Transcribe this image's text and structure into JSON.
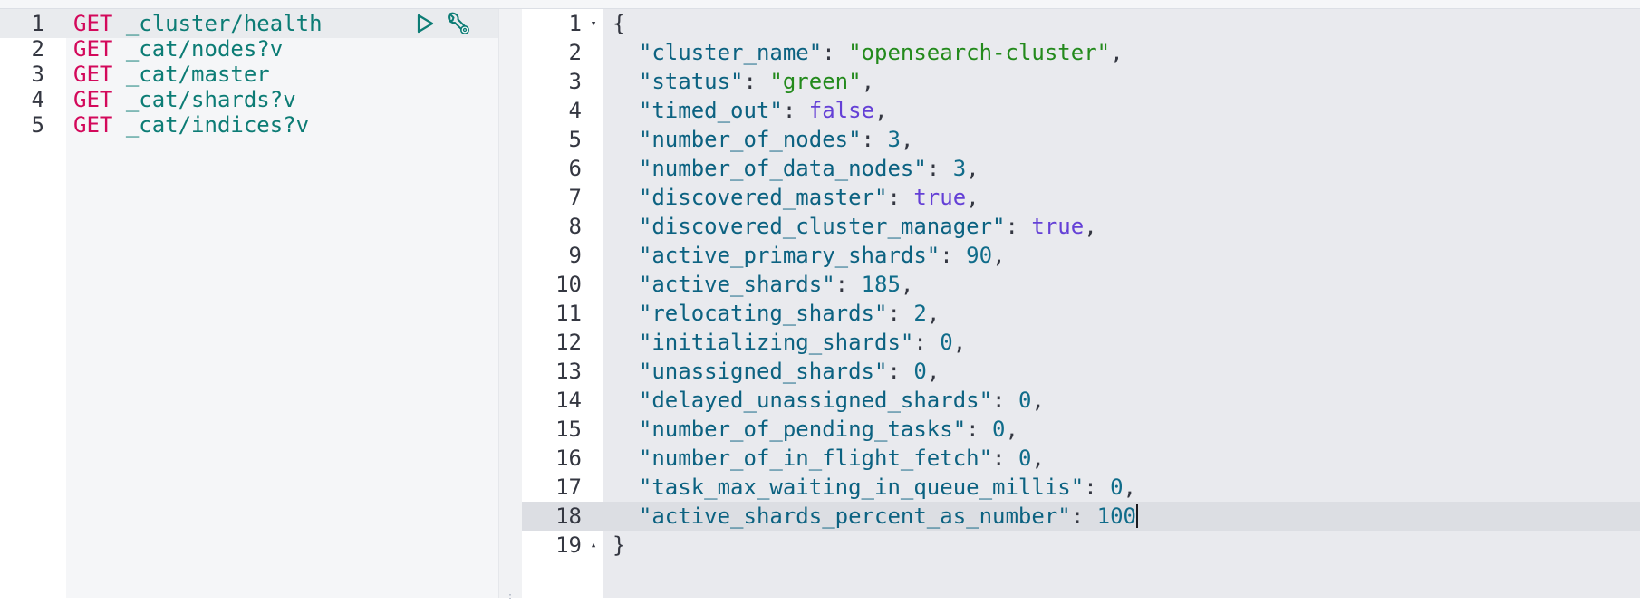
{
  "request_editor": {
    "lines": [
      {
        "number": "1",
        "method": "GET",
        "path": "_cluster/health"
      },
      {
        "number": "2",
        "method": "GET",
        "path": "_cat/nodes?v"
      },
      {
        "number": "3",
        "method": "GET",
        "path": "_cat/master"
      },
      {
        "number": "4",
        "method": "GET",
        "path": "_cat/shards?v"
      },
      {
        "number": "5",
        "method": "GET",
        "path": "_cat/indices?v"
      }
    ],
    "actions": {
      "run_icon": "play-icon",
      "settings_icon": "wrench-icon"
    }
  },
  "response_editor": {
    "open_brace": "{",
    "close_brace": "}",
    "line_numbers": [
      "1",
      "2",
      "3",
      "4",
      "5",
      "6",
      "7",
      "8",
      "9",
      "10",
      "11",
      "12",
      "13",
      "14",
      "15",
      "16",
      "17",
      "18",
      "19"
    ],
    "fields": [
      {
        "key": "\"cluster_name\"",
        "value": "\"opensearch-cluster\"",
        "kind": "string",
        "trail": ","
      },
      {
        "key": "\"status\"",
        "value": "\"green\"",
        "kind": "string",
        "trail": ","
      },
      {
        "key": "\"timed_out\"",
        "value": "false",
        "kind": "bool",
        "trail": ","
      },
      {
        "key": "\"number_of_nodes\"",
        "value": "3",
        "kind": "number",
        "trail": ","
      },
      {
        "key": "\"number_of_data_nodes\"",
        "value": "3",
        "kind": "number",
        "trail": ","
      },
      {
        "key": "\"discovered_master\"",
        "value": "true",
        "kind": "bool",
        "trail": ","
      },
      {
        "key": "\"discovered_cluster_manager\"",
        "value": "true",
        "kind": "bool",
        "trail": ","
      },
      {
        "key": "\"active_primary_shards\"",
        "value": "90",
        "kind": "number",
        "trail": ","
      },
      {
        "key": "\"active_shards\"",
        "value": "185",
        "kind": "number",
        "trail": ","
      },
      {
        "key": "\"relocating_shards\"",
        "value": "2",
        "kind": "number",
        "trail": ","
      },
      {
        "key": "\"initializing_shards\"",
        "value": "0",
        "kind": "number",
        "trail": ","
      },
      {
        "key": "\"unassigned_shards\"",
        "value": "0",
        "kind": "number",
        "trail": ","
      },
      {
        "key": "\"delayed_unassigned_shards\"",
        "value": "0",
        "kind": "number",
        "trail": ","
      },
      {
        "key": "\"number_of_pending_tasks\"",
        "value": "0",
        "kind": "number",
        "trail": ","
      },
      {
        "key": "\"number_of_in_flight_fetch\"",
        "value": "0",
        "kind": "number",
        "trail": ","
      },
      {
        "key": "\"task_max_waiting_in_queue_millis\"",
        "value": "0",
        "kind": "number",
        "trail": ","
      },
      {
        "key": "\"active_shards_percent_as_number\"",
        "value": "100",
        "kind": "number",
        "trail": ""
      }
    ]
  },
  "colors": {
    "method": "#d3095b",
    "path": "#0c7c75",
    "key": "#0c6281",
    "string": "#238a1c",
    "number": "#106c8a",
    "boolean": "#6440d6"
  }
}
